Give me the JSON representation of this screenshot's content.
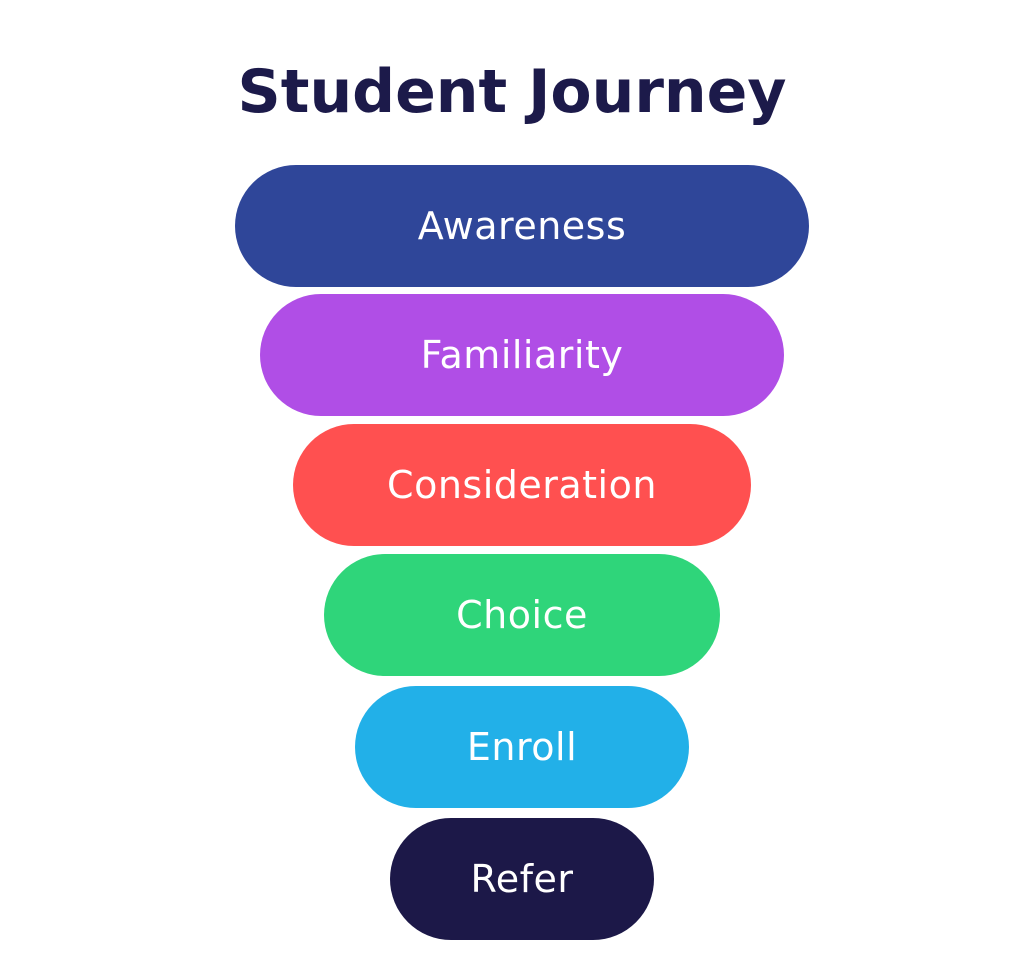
{
  "title": "Student Journey",
  "stages": [
    {
      "label": "Awareness",
      "color": "#2f4699"
    },
    {
      "label": "Familiarity",
      "color": "#b04ee6"
    },
    {
      "label": "Consideration",
      "color": "#ff5050"
    },
    {
      "label": "Choice",
      "color": "#2fd57a"
    },
    {
      "label": "Enroll",
      "color": "#22b0e8"
    },
    {
      "label": "Refer",
      "color": "#1c1848"
    }
  ]
}
